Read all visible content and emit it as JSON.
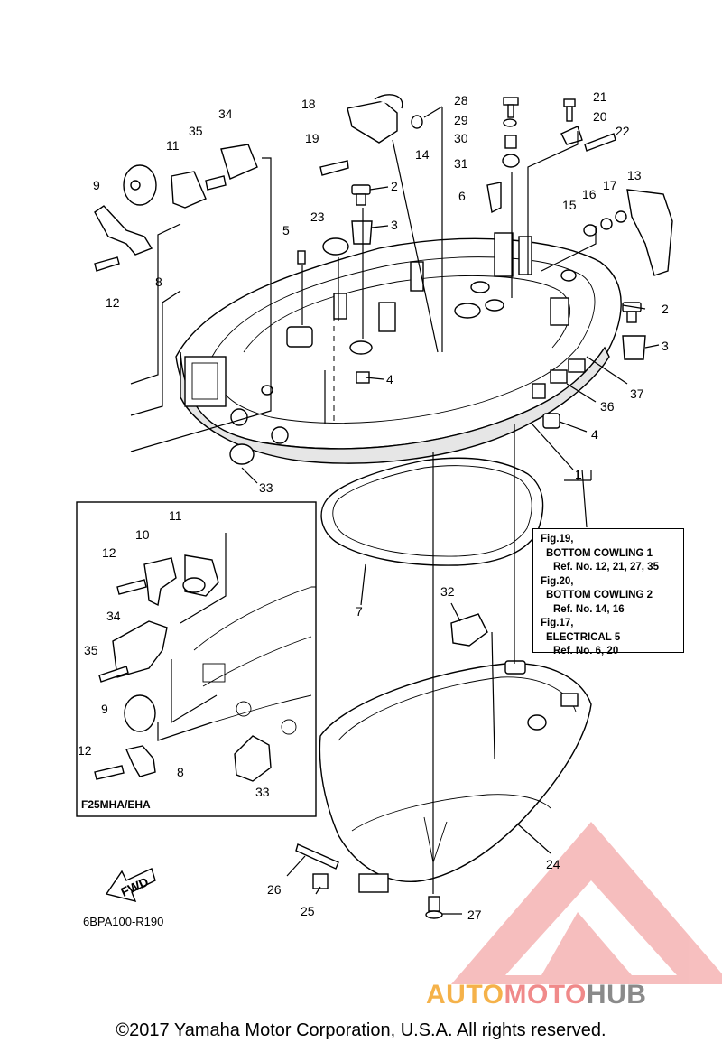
{
  "callouts": {
    "n1": "1",
    "n2a": "2",
    "n2b": "2",
    "n3a": "3",
    "n3b": "3",
    "n4a": "4",
    "n4b": "4",
    "n5": "5",
    "n6": "6",
    "n7": "7",
    "n8a": "8",
    "n8b": "8",
    "n9a": "9",
    "n9b": "9",
    "n10": "10",
    "n11a": "11",
    "n11b": "11",
    "n12a": "12",
    "n12b": "12",
    "n12c": "12",
    "n13": "13",
    "n14": "14",
    "n15": "15",
    "n16": "16",
    "n17": "17",
    "n18": "18",
    "n19": "19",
    "n20": "20",
    "n21": "21",
    "n22": "22",
    "n23": "23",
    "n24": "24",
    "n25": "25",
    "n26": "26",
    "n27": "27",
    "n28": "28",
    "n29": "29",
    "n30": "30",
    "n31": "31",
    "n32": "32",
    "n33a": "33",
    "n33b": "33",
    "n34a": "34",
    "n34b": "34",
    "n35a": "35",
    "n35b": "35",
    "n36": "36",
    "n37": "37"
  },
  "reference_box": {
    "fig19": "Fig.19,",
    "fig19_title": "BOTTOM COWLING 1",
    "fig19_ref": "Ref. No. 12, 21, 27, 35",
    "fig20": "Fig.20,",
    "fig20_title": "BOTTOM COWLING 2",
    "fig20_ref": "Ref. No. 14, 16",
    "fig17": "Fig.17,",
    "fig17_title": "ELECTRICAL 5",
    "fig17_ref": "Ref. No. 6, 20"
  },
  "inset_caption": "F25MHA/EHA",
  "fwd_arrow_label": "FWD",
  "diagram_code": "6BPA100-R190",
  "watermark": {
    "part1": "AUTO",
    "part2": "MOTO",
    "part3": "HUB"
  },
  "copyright": "©2017 Yamaha Motor Corporation, U.S.A. All rights reserved.",
  "colors": {
    "watermark_orange": "#f5b24a",
    "watermark_red": "#f08a8a",
    "watermark_gray": "#8a8a8a"
  }
}
